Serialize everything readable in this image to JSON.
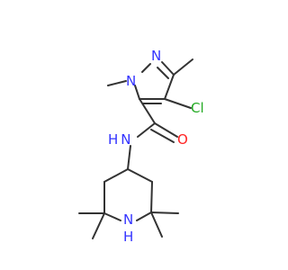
{
  "molecule": {
    "atoms": {
      "n_pyrazole_2": {
        "text": "N",
        "color": "#3333ff"
      },
      "n_pyrazole_1": {
        "text": "N",
        "color": "#3333ff"
      },
      "chlorine": {
        "text": "Cl",
        "color": "#22aa22"
      },
      "amide_n": {
        "text": "H N",
        "color": "#3333ff"
      },
      "carbonyl_o": {
        "text": "O",
        "color": "#ff2222"
      },
      "piperidine_n": {
        "text": "N",
        "color": "#3333ff"
      },
      "piperidine_h": {
        "text": "H",
        "color": "#3333ff"
      }
    },
    "bond_color": "#333333"
  }
}
